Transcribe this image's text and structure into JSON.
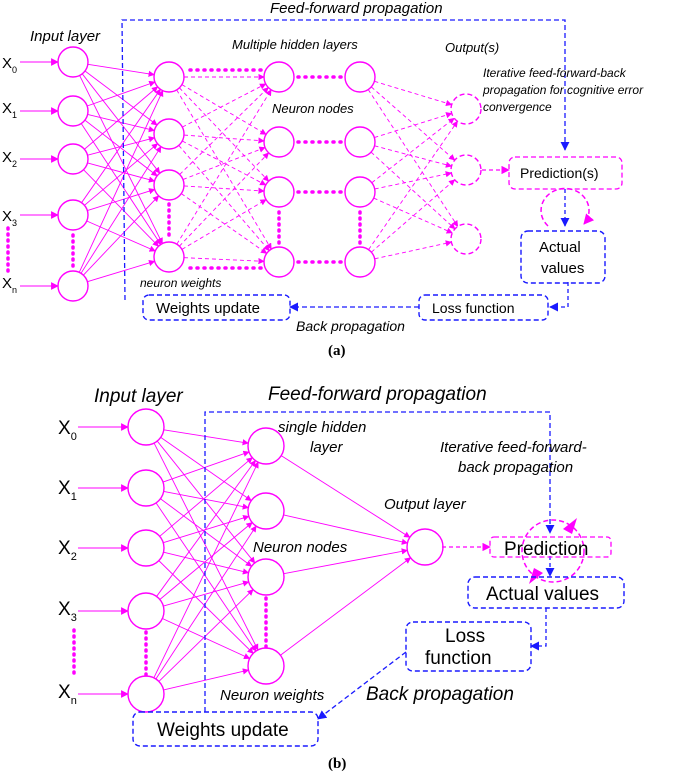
{
  "colors": {
    "network": "#ff00ff",
    "flow": "#1a1aff",
    "text": "#000000"
  },
  "panel_a": {
    "caption": "(a)",
    "feed_forward": "Feed-forward propagation",
    "input_layer": "Input layer",
    "hidden_layers": "Multiple hidden layers",
    "outputs": "Output(s)",
    "iterative_1": "Iterative feed-forward-back",
    "iterative_2": "propagation for cognitive error",
    "iterative_3": "convergence",
    "neuron_nodes": "Neuron nodes",
    "neuron_weights": "neuron weights",
    "prediction": "Prediction(s)",
    "actual_1": "Actual",
    "actual_2": "values",
    "loss": "Loss function",
    "weights_update": "Weights update",
    "back_prop": "Back propagation",
    "inputs": [
      {
        "base": "X",
        "sub": "0"
      },
      {
        "base": "X",
        "sub": "1"
      },
      {
        "base": "X",
        "sub": "2"
      },
      {
        "base": "X",
        "sub": "3"
      },
      {
        "base": "X",
        "sub": "n"
      }
    ]
  },
  "panel_b": {
    "caption": "(b)",
    "feed_forward": "Feed-forward propagation",
    "input_layer": "Input layer",
    "hidden_1": "single hidden",
    "hidden_2": "layer",
    "iterative_1": "Iterative feed-forward-",
    "iterative_2": "back propagation",
    "output_layer": "Output layer",
    "neuron_nodes": "Neuron nodes",
    "neuron_weights": "Neuron weights",
    "prediction": "Prediction",
    "actual": "Actual values",
    "loss_1": "Loss",
    "loss_2": "function",
    "weights_update": "Weights update",
    "back_prop": "Back propagation",
    "inputs": [
      {
        "base": "X",
        "sub": "0"
      },
      {
        "base": "X",
        "sub": "1"
      },
      {
        "base": "X",
        "sub": "2"
      },
      {
        "base": "X",
        "sub": "3"
      },
      {
        "base": "X",
        "sub": "n"
      }
    ]
  }
}
